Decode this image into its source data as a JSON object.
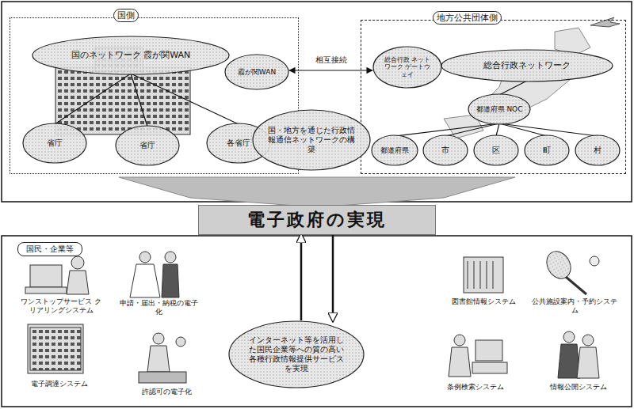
{
  "diagram": {
    "nodes": [
      {
        "text": [
          "国側"
        ]
      },
      {
        "text": [
          "国のネットワーク 霞が関WAN"
        ],
        "in": 0
      },
      {
        "text": [
          "霞が関WAN"
        ],
        "in": 0
      },
      {
        "text": [
          "省庁"
        ],
        "in": 0
      },
      {
        "text": [
          "省庁"
        ],
        "in": 0
      },
      {
        "text": [
          "各省庁"
        ],
        "in": 0
      },
      {
        "text": [
          "地方公共団体側"
        ]
      },
      {
        "text": [
          "総合行政 ネットワーク ゲートウェイ"
        ],
        "in": 6
      },
      {
        "text": [
          "総合行政ネットワーク"
        ],
        "in": 6
      },
      {
        "text": [
          "都道府県 NOC"
        ],
        "in": 6
      },
      {
        "text": [
          "都道府県"
        ],
        "in": 6
      },
      {
        "text": [
          "市"
        ],
        "in": 6
      },
      {
        "text": [
          "区"
        ],
        "in": 6
      },
      {
        "text": [
          "町"
        ],
        "in": 6
      },
      {
        "text": [
          "村"
        ],
        "in": 6
      },
      {
        "text": [
          "国・地方を通じた行政情報通信ネットワークの構築"
        ]
      },
      {
        "text": [
          "電子政府の実現"
        ]
      },
      {
        "text": [
          "インターネット等を活用した国民企業等への質の高い各種行政情報提供サービスを実現"
        ]
      }
    ],
    "edges": [
      {
        "from": 2,
        "to": 7,
        "label": "相互接続",
        "arrow": "both"
      },
      {
        "from": 1,
        "to": 3,
        "arrow": "none"
      },
      {
        "from": 1,
        "to": 4,
        "arrow": "none"
      },
      {
        "from": 1,
        "to": 5,
        "arrow": "none"
      },
      {
        "from": 8,
        "to": 9,
        "arrow": "none"
      },
      {
        "from": 9,
        "to": 10,
        "arrow": "none"
      },
      {
        "from": 9,
        "to": 11,
        "arrow": "none"
      },
      {
        "from": 9,
        "to": 12,
        "arrow": "none"
      },
      {
        "from": 9,
        "to": 13,
        "arrow": "none"
      },
      {
        "from": 9,
        "to": 14,
        "arrow": "none"
      },
      {
        "from": 16,
        "to": 17,
        "arrow": "to"
      },
      {
        "from": 17,
        "to": 16,
        "arrow": "to"
      }
    ],
    "labels": [
      "国民・企業等",
      "ワンストップサービス クリアリングシステム",
      "申請・届出・納税の電子化",
      "電子調達システム",
      "許認可の電子化",
      "図書館情報システム",
      "公共施設案内・予約システム",
      "条例検索システム",
      "情報公開システム"
    ]
  }
}
